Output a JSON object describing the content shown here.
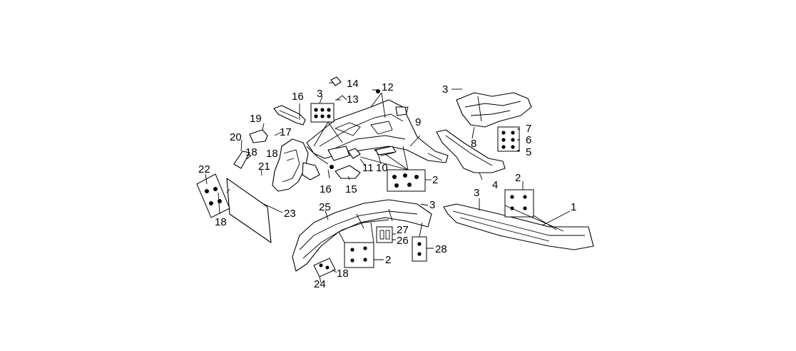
{
  "diagram": {
    "title": "",
    "callouts": [
      "1",
      "2",
      "3",
      "4",
      "5",
      "6",
      "7",
      "8",
      "9",
      "10",
      "11",
      "12",
      "13",
      "14",
      "15",
      "16",
      "17",
      "18",
      "19",
      "20",
      "21",
      "22",
      "23",
      "24",
      "25",
      "26",
      "27",
      "28"
    ]
  }
}
